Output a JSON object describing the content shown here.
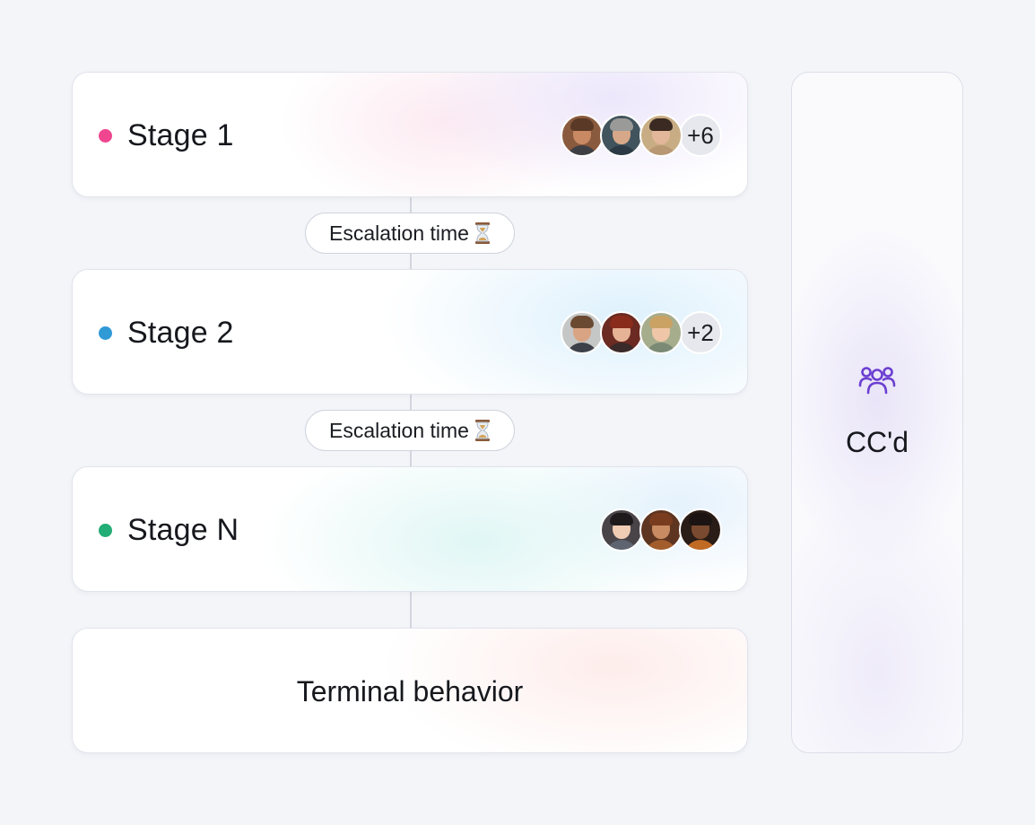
{
  "stages": [
    {
      "title": "Stage 1",
      "dot_color": "#f0468f",
      "avatars": [
        {
          "name": "avatar-man-glasses",
          "skin": "#c98a63",
          "hair": "#5a3a26",
          "shirt": "#3d3f44",
          "bg": "#8a5a3e"
        },
        {
          "name": "avatar-man-gray-hair",
          "skin": "#d6a889",
          "hair": "#9a9a98",
          "shirt": "#2c3a45",
          "bg": "#41535c"
        },
        {
          "name": "avatar-woman-dark-hair",
          "skin": "#e2b79a",
          "hair": "#3a2a22",
          "shirt": "#b79872",
          "bg": "#c8ad84"
        }
      ],
      "overflow": "+6"
    },
    {
      "title": "Stage 2",
      "dot_color": "#2f9ad6",
      "avatars": [
        {
          "name": "avatar-man-beard",
          "skin": "#d8a484",
          "hair": "#6b4a32",
          "shirt": "#3c4048",
          "bg": "#c5c7c6"
        },
        {
          "name": "avatar-woman-red-hair",
          "skin": "#e7b397",
          "hair": "#8a2c1c",
          "shirt": "#3a2a2a",
          "bg": "#6b2b22"
        },
        {
          "name": "avatar-woman-blonde",
          "skin": "#efc6a7",
          "hair": "#caa264",
          "shirt": "#7a8a74",
          "bg": "#a6ad8d"
        }
      ],
      "overflow": "+2"
    },
    {
      "title": "Stage N",
      "dot_color": "#21ad75",
      "avatars": [
        {
          "name": "avatar-woman-black-hair",
          "skin": "#efccb4",
          "hair": "#1e1a1c",
          "shirt": "#5e6470",
          "bg": "#484448"
        },
        {
          "name": "avatar-woman-auburn-hair",
          "skin": "#c98b62",
          "hair": "#7a3c1e",
          "shirt": "#a35d2c",
          "bg": "#5e3520"
        },
        {
          "name": "avatar-woman-curly-hair",
          "skin": "#7a4a30",
          "hair": "#1b1412",
          "shirt": "#c06a24",
          "bg": "#2a1c16"
        }
      ],
      "overflow": ""
    }
  ],
  "escalation_pills": [
    {
      "label": "Escalation time",
      "icon": "hourglass-icon"
    },
    {
      "label": "Escalation time",
      "icon": "hourglass-icon"
    }
  ],
  "terminal": {
    "label": "Terminal behavior"
  },
  "cc_panel": {
    "label": "CC'd",
    "icon": "users-group-icon",
    "icon_color": "#6b3fd1"
  }
}
